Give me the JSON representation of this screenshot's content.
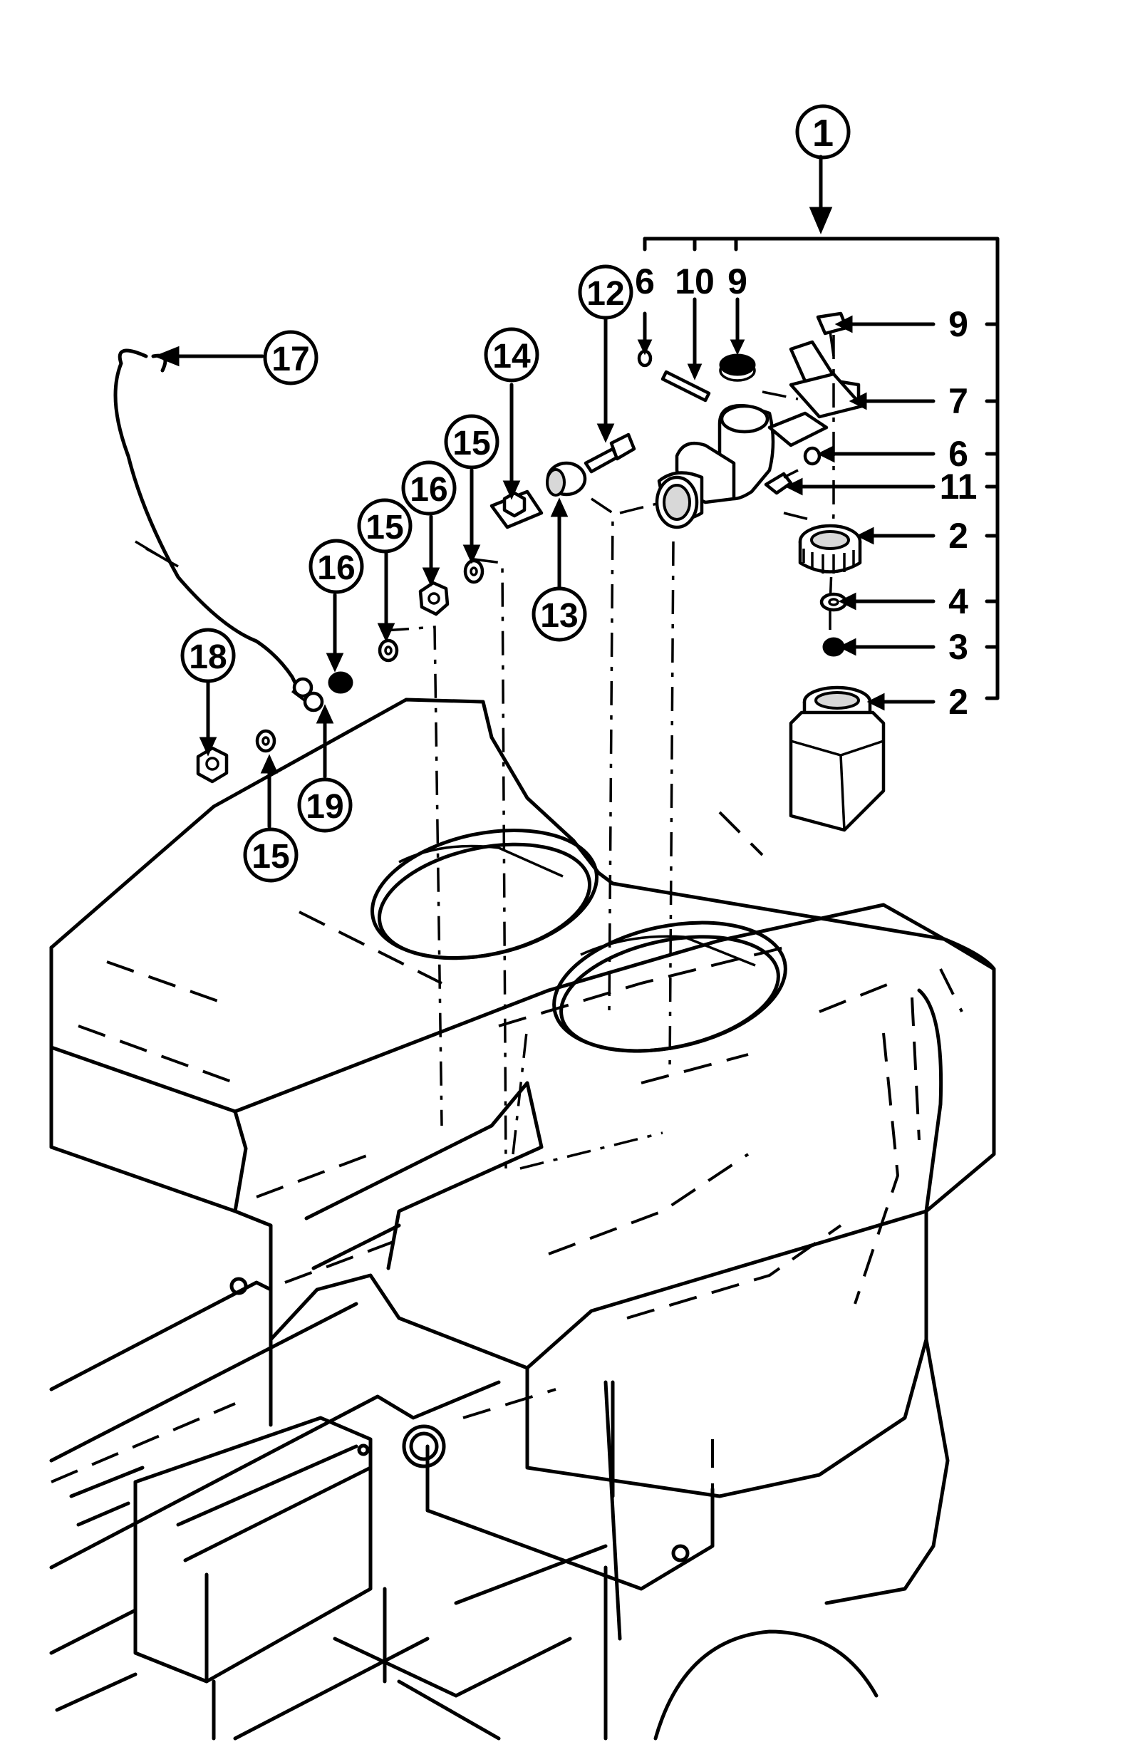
{
  "diagram": {
    "circled_callouts": [
      "1",
      "17",
      "14",
      "12",
      "15",
      "16",
      "15",
      "16",
      "18",
      "19",
      "15",
      "13"
    ],
    "kit_labels": [
      "6",
      "10",
      "9"
    ],
    "side_labels": [
      "9",
      "7",
      "6",
      "11",
      "2",
      "4",
      "3",
      "2"
    ]
  }
}
